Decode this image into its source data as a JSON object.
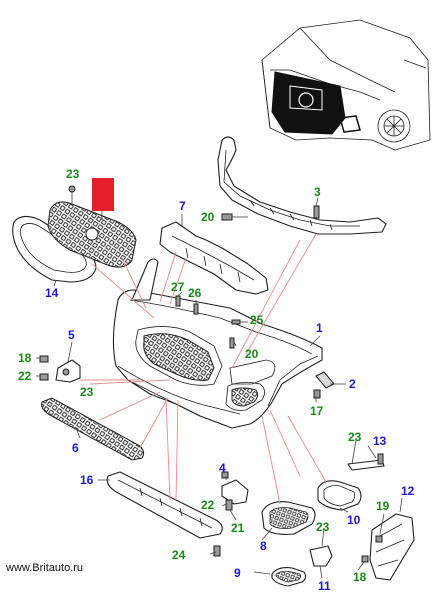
{
  "colors": {
    "blue_callout": "#1a1ad0",
    "green_callout": "#1a8a1a",
    "highlight": "#e3202a",
    "leader_red": "#e88a8a"
  },
  "callouts": {
    "p1": "1",
    "p2": "2",
    "p3": "3",
    "p4": "4",
    "p5": "5",
    "p6": "6",
    "p7": "7",
    "p8": "8",
    "p9": "9",
    "p10": "10",
    "p11": "11",
    "p12": "12",
    "p13": "13",
    "p14": "14",
    "p16": "16",
    "p17": "17",
    "p18a": "18",
    "p18b": "18",
    "p19": "19",
    "p20a": "20",
    "p20b": "20",
    "p21": "21",
    "p22a": "22",
    "p22b": "22",
    "p23a": "23",
    "p23b": "23",
    "p23c": "23",
    "p23d": "23",
    "p24": "24",
    "p25": "25",
    "p26": "26",
    "p27": "27"
  },
  "watermark": "www.Britauto.ru"
}
